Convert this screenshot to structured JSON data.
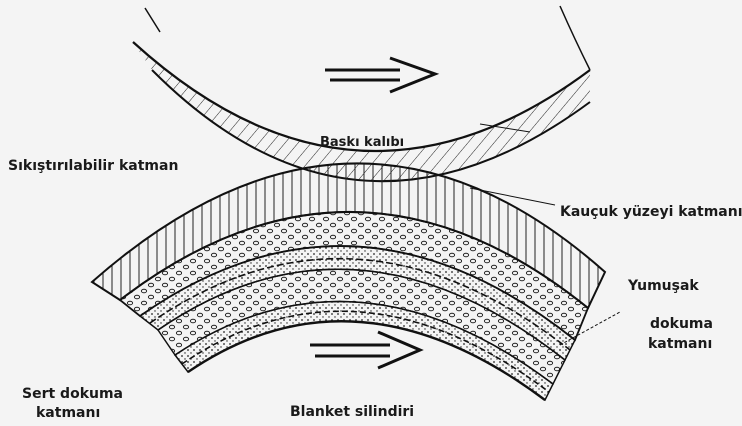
{
  "diagram": {
    "labels": {
      "plate": "Baskı kalıbı",
      "compressible_layer": "Sıkıştırılabilir katman",
      "rubber_surface_layer": "Kauçuk yüzeyi katmanı",
      "soft_fabric_line1": "Yumuşak",
      "soft_fabric_line2": "dokuma",
      "soft_fabric_line3": "katmanı",
      "hard_fabric_line1": "Sert dokuma",
      "hard_fabric_line2": "katmanı",
      "blanket_cylinder": "Blanket silindiri"
    },
    "colors": {
      "ink": "#1a1a1a",
      "paper": "#f4f4f4"
    }
  }
}
